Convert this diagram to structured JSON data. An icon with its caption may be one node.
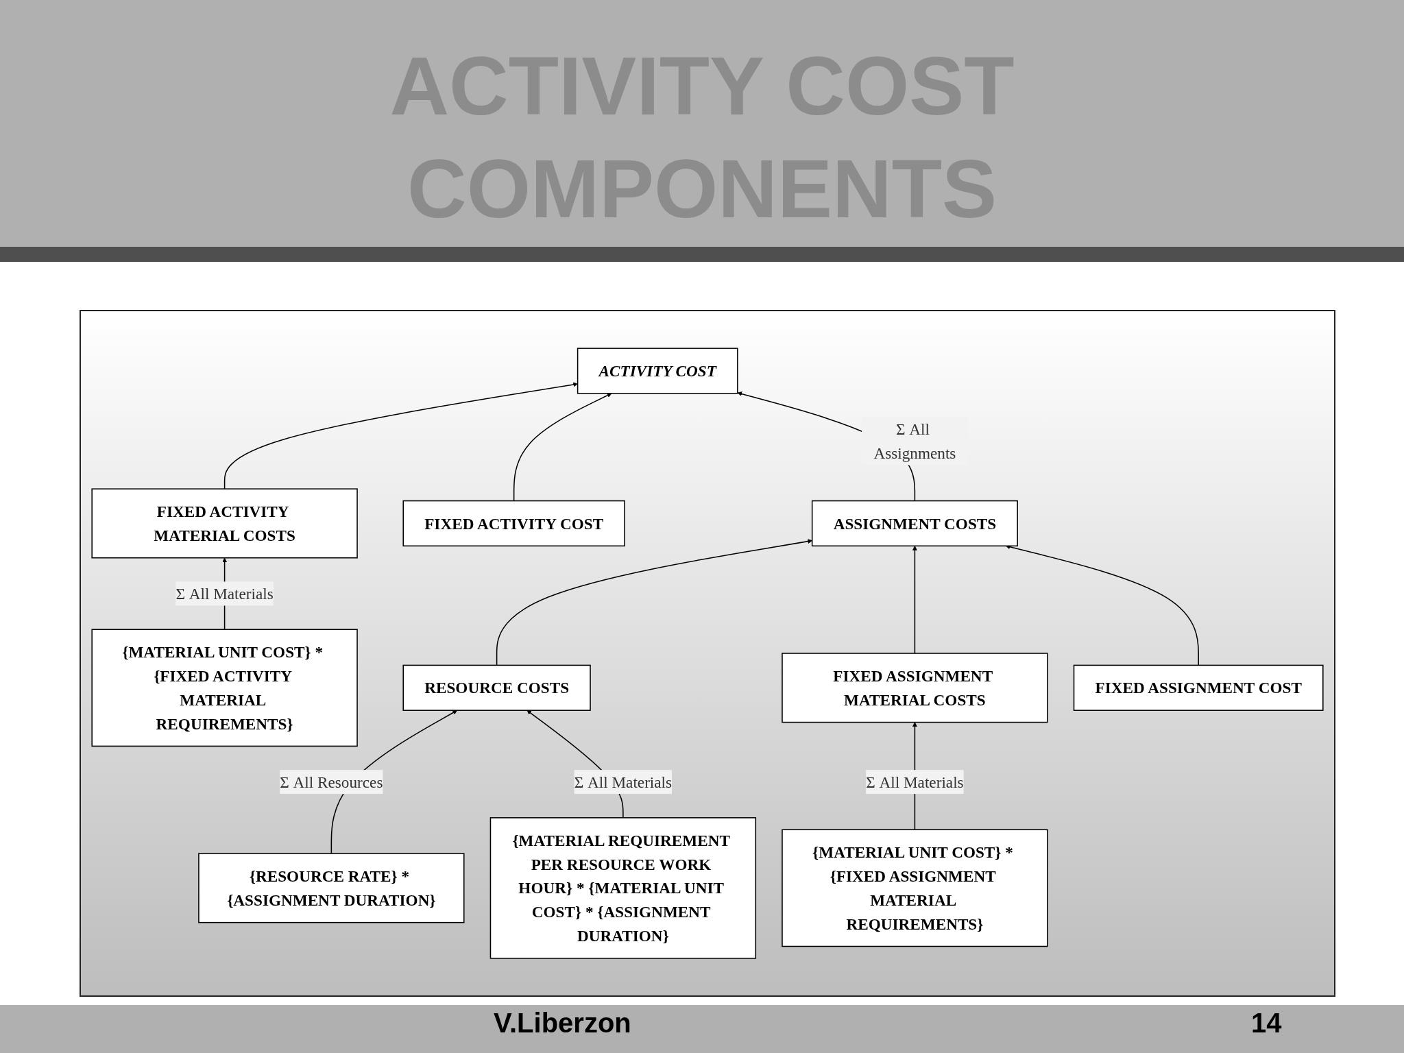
{
  "diagram": {
    "title": "ACTIVITY COST COMPONENTS",
    "nodes": [
      {
        "text": [
          "ACTIVITY COST"
        ]
      },
      {
        "text": [
          "FIXED ACTIVITY MATERIAL COSTS"
        ]
      },
      {
        "text": [
          "FIXED ACTIVITY COST"
        ]
      },
      {
        "text": [
          "ASSIGNMENT COSTS"
        ]
      },
      {
        "text": [
          "{MATERIAL UNIT COST} * {FIXED ACTIVITY MATERIAL REQUIREMENTS}"
        ]
      },
      {
        "text": [
          "RESOURCE COSTS"
        ]
      },
      {
        "text": [
          "FIXED ASSIGNMENT MATERIAL COSTS"
        ]
      },
      {
        "text": [
          "FIXED ASSIGNMENT COST"
        ]
      },
      {
        "text": [
          "{RESOURCE RATE} * {ASSIGNMENT DURATION}"
        ]
      },
      {
        "text": [
          "{MATERIAL REQUIREMENT PER RESOURCE WORK HOUR} * {MATERIAL UNIT COST} * {ASSIGNMENT DURATION}"
        ]
      },
      {
        "text": [
          "{MATERIAL UNIT COST} * {FIXED ASSIGNMENT MATERIAL REQUIREMENTS}"
        ]
      }
    ],
    "edges": [
      {
        "from": 1,
        "to": 0,
        "arrow": "to"
      },
      {
        "from": 2,
        "to": 0,
        "arrow": "to"
      },
      {
        "from": 3,
        "to": 0,
        "arrow": "to",
        "label": "Σ All Assignments"
      },
      {
        "from": 4,
        "to": 1,
        "arrow": "to",
        "label": "Σ All Materials"
      },
      {
        "from": 5,
        "to": 3,
        "arrow": "to"
      },
      {
        "from": 6,
        "to": 3,
        "arrow": "to"
      },
      {
        "from": 7,
        "to": 3,
        "arrow": "to"
      },
      {
        "from": 8,
        "to": 5,
        "arrow": "to",
        "label": "Σ All Resources"
      },
      {
        "from": 9,
        "to": 5,
        "arrow": "to",
        "label": "Σ All Materials"
      },
      {
        "from": 10,
        "to": 6,
        "arrow": "to",
        "label": "Σ All Materials"
      }
    ],
    "labels": [
      "V.Liberzon",
      "14"
    ]
  }
}
